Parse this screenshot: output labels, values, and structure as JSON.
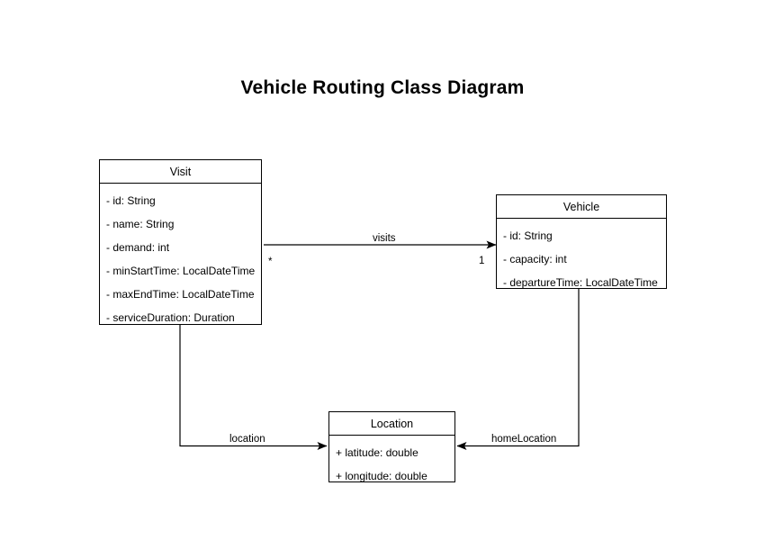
{
  "diagram": {
    "title": "Vehicle Routing Class Diagram",
    "type": "uml-class-diagram",
    "background_color": "#ffffff",
    "line_color": "#000000",
    "classes": [
      {
        "id": "visit",
        "name": "Visit",
        "attributes": [
          "- id: String",
          "- name: String",
          "- demand: int",
          "- minStartTime: LocalDateTime",
          "- maxEndTime: LocalDateTime",
          "- serviceDuration: Duration"
        ]
      },
      {
        "id": "vehicle",
        "name": "Vehicle",
        "attributes": [
          "- id: String",
          "- capacity: int",
          "- departureTime: LocalDateTime"
        ]
      },
      {
        "id": "location",
        "name": "Location",
        "attributes": [
          "+ latitude: double",
          "+ longitude: double"
        ]
      }
    ],
    "relationships": [
      {
        "id": "visits",
        "label": "visits",
        "from": "Vehicle",
        "to": "Visit",
        "source_multiplicity": "1",
        "target_multiplicity": "*"
      },
      {
        "id": "location",
        "label": "location",
        "from": "Visit",
        "to": "Location",
        "source_multiplicity": "",
        "target_multiplicity": ""
      },
      {
        "id": "homeLocation",
        "label": "homeLocation",
        "from": "Vehicle",
        "to": "Location",
        "source_multiplicity": "",
        "target_multiplicity": ""
      }
    ]
  }
}
